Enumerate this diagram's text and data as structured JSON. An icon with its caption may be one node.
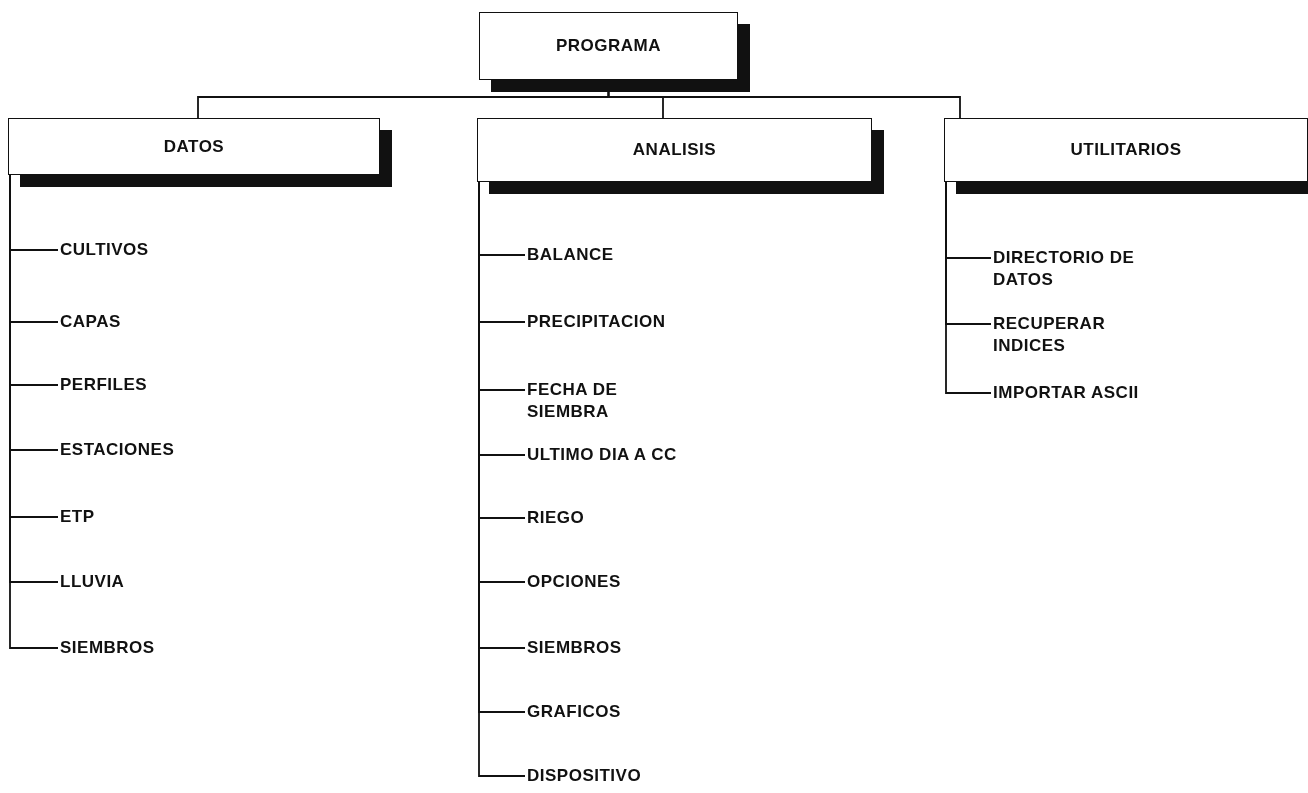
{
  "diagram": {
    "nodes": [
      {
        "text": [
          "PROGRAMA"
        ]
      },
      {
        "text": [
          "DATOS"
        ]
      },
      {
        "text": [
          "ANALISIS"
        ]
      },
      {
        "text": [
          "UTILITARIOS"
        ]
      },
      {
        "text": [
          "CULTIVOS"
        ]
      },
      {
        "text": [
          "CAPAS"
        ]
      },
      {
        "text": [
          "PERFILES"
        ]
      },
      {
        "text": [
          "ESTACIONES"
        ]
      },
      {
        "text": [
          "ETP"
        ]
      },
      {
        "text": [
          "LLUVIA"
        ]
      },
      {
        "text": [
          "SIEMBROS"
        ]
      },
      {
        "text": [
          "BALANCE"
        ]
      },
      {
        "text": [
          "PRECIPITACION"
        ]
      },
      {
        "text": [
          "FECHA DE SIEMBRA"
        ]
      },
      {
        "text": [
          "ULTIMO DIA A CC"
        ]
      },
      {
        "text": [
          "RIEGO"
        ]
      },
      {
        "text": [
          "OPCIONES"
        ]
      },
      {
        "text": [
          "SIEMBROS"
        ]
      },
      {
        "text": [
          "GRAFICOS"
        ]
      },
      {
        "text": [
          "DISPOSITIVO"
        ]
      },
      {
        "text": [
          "DIRECTORIO DE DATOS"
        ]
      },
      {
        "text": [
          "RECUPERAR INDICES"
        ]
      },
      {
        "text": [
          "IMPORTAR ASCII"
        ]
      }
    ],
    "edges": [
      {
        "from": 0,
        "to": 1,
        "arrow": "none"
      },
      {
        "from": 0,
        "to": 2,
        "arrow": "none"
      },
      {
        "from": 0,
        "to": 3,
        "arrow": "none"
      },
      {
        "from": 1,
        "to": 4,
        "arrow": "none"
      },
      {
        "from": 1,
        "to": 5,
        "arrow": "none"
      },
      {
        "from": 1,
        "to": 6,
        "arrow": "none"
      },
      {
        "from": 1,
        "to": 7,
        "arrow": "none"
      },
      {
        "from": 1,
        "to": 8,
        "arrow": "none"
      },
      {
        "from": 1,
        "to": 9,
        "arrow": "none"
      },
      {
        "from": 1,
        "to": 10,
        "arrow": "none"
      },
      {
        "from": 2,
        "to": 11,
        "arrow": "none"
      },
      {
        "from": 2,
        "to": 12,
        "arrow": "none"
      },
      {
        "from": 2,
        "to": 13,
        "arrow": "none"
      },
      {
        "from": 2,
        "to": 14,
        "arrow": "none"
      },
      {
        "from": 2,
        "to": 15,
        "arrow": "none"
      },
      {
        "from": 2,
        "to": 16,
        "arrow": "none"
      },
      {
        "from": 2,
        "to": 17,
        "arrow": "none"
      },
      {
        "from": 2,
        "to": 18,
        "arrow": "none"
      },
      {
        "from": 2,
        "to": 19,
        "arrow": "none"
      },
      {
        "from": 3,
        "to": 20,
        "arrow": "none"
      },
      {
        "from": 3,
        "to": 21,
        "arrow": "none"
      },
      {
        "from": 3,
        "to": 22,
        "arrow": "none"
      }
    ]
  }
}
